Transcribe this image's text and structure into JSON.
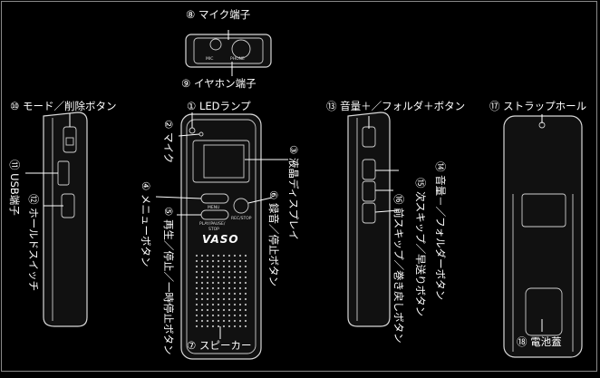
{
  "callouts": {
    "c1": "① LEDランプ",
    "c2": "② マイク",
    "c3": "③ 液晶ディスプレイ",
    "c4": "④ メニューボタン",
    "c5": "⑤ 再生／停止／一時停止ボタン",
    "c6": "⑥ 録音／停止ボタン",
    "c7": "⑦ スピーカー",
    "c8": "⑧ マイク端子",
    "c9": "⑨ イヤホン端子",
    "c10": "⑩ モード／削除ボタン",
    "c11": "⑪ USB端子",
    "c12": "⑫ ホールドスイッチ",
    "c13": "⑬ 音量＋／フォルダ＋ボタン",
    "c14": "⑭ 音量－／フォルダーボタン",
    "c15": "⑮ 次スキップ／早送りボタン",
    "c16": "⑯ 前スキップ／巻き戻しボタン",
    "c17": "⑰ ストラップホール",
    "c18": "⑱ 電池蓋"
  },
  "device_text": {
    "brand": "VASO",
    "menu": "MENU",
    "play_line1": "PLAY/PAUSE/",
    "play_line2": "STOP",
    "rec": "REC/STOP",
    "mic_port": "MIC",
    "phone_port": "PHONE"
  },
  "colors": {
    "background": "#000000",
    "line": "#ffffff",
    "frame": "#8a8a8a"
  }
}
